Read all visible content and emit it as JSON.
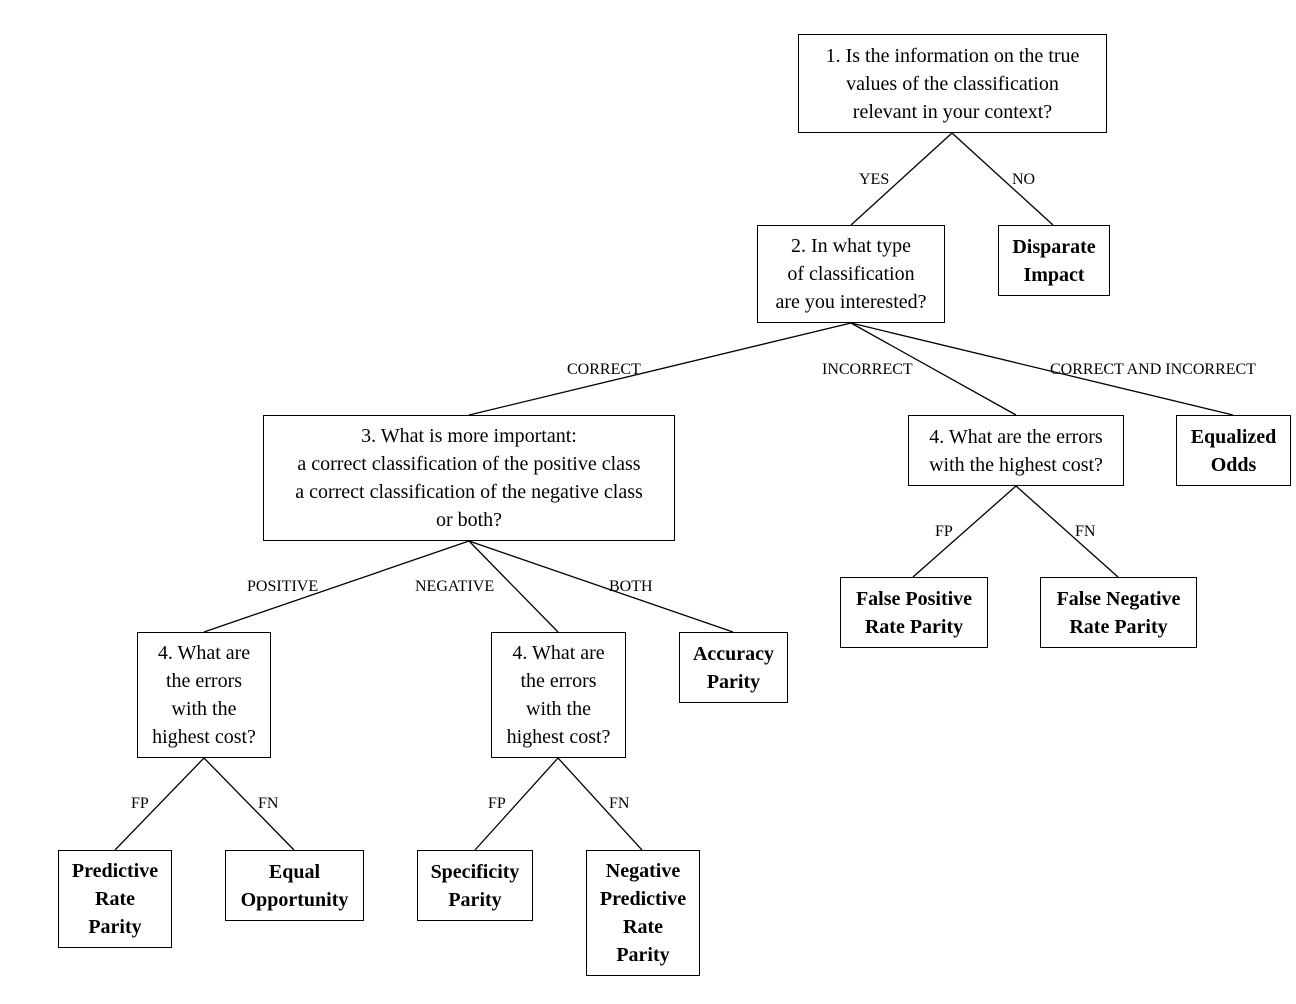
{
  "nodes": {
    "q1": "1. Is the information on the true\nvalues of the classification\nrelevant in your context?",
    "q2": "2. In what type\nof classification\nare you interested?",
    "disparate_impact": "Disparate\nImpact",
    "q3": "3. What is more important:\na correct classification of the positive class\na correct classification of the negative class\nor both?",
    "q4_incorrect": "4. What are the errors\nwith the highest cost?",
    "equalized_odds": "Equalized\nOdds",
    "false_positive_rate_parity": "False Positive\nRate Parity",
    "false_negative_rate_parity": "False Negative\nRate Parity",
    "q4_positive": "4. What are\nthe errors\nwith the\nhighest cost?",
    "q4_negative": "4. What are\nthe errors\nwith the\nhighest cost?",
    "accuracy_parity": "Accuracy\nParity",
    "predictive_rate_parity": "Predictive\nRate\nParity",
    "equal_opportunity": "Equal\nOpportunity",
    "specificity_parity": "Specificity\nParity",
    "negative_predictive_rate_parity": "Negative\nPredictive\nRate\nParity"
  },
  "edge_labels": {
    "yes": "YES",
    "no": "NO",
    "correct": "CORRECT",
    "incorrect": "INCORRECT",
    "correct_and_incorrect": "CORRECT AND INCORRECT",
    "fp_incorrect": "FP",
    "fn_incorrect": "FN",
    "positive": "POSITIVE",
    "negative": "NEGATIVE",
    "both": "BOTH",
    "fp_positive": "FP",
    "fn_positive": "FN",
    "fp_negative": "FP",
    "fn_negative": "FN"
  }
}
